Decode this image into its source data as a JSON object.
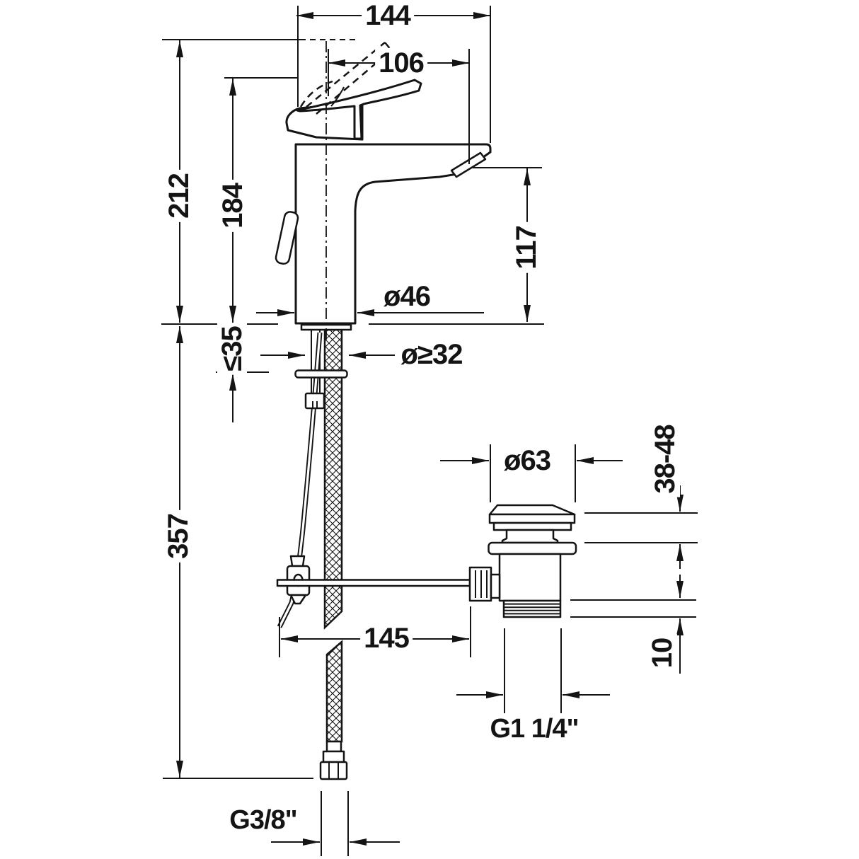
{
  "colors": {
    "background": "#ffffff",
    "line": "#141414"
  },
  "drawing": {
    "labels": {
      "width_overall": "144",
      "handle_projection": "106",
      "height_total": "212",
      "height_body": "184",
      "spout_height": "117",
      "base_diameter": "ø46",
      "max_deck_thickness": "≤35",
      "min_hole_diameter": "ø≥32",
      "hose_length": "357",
      "rod_reach": "145",
      "waste_cap_diameter": "ø63",
      "waste_clamp_range": "38-48",
      "waste_collar_height": "10",
      "waste_thread": "G1 1/4\"",
      "supply_thread": "G3/8\""
    }
  }
}
